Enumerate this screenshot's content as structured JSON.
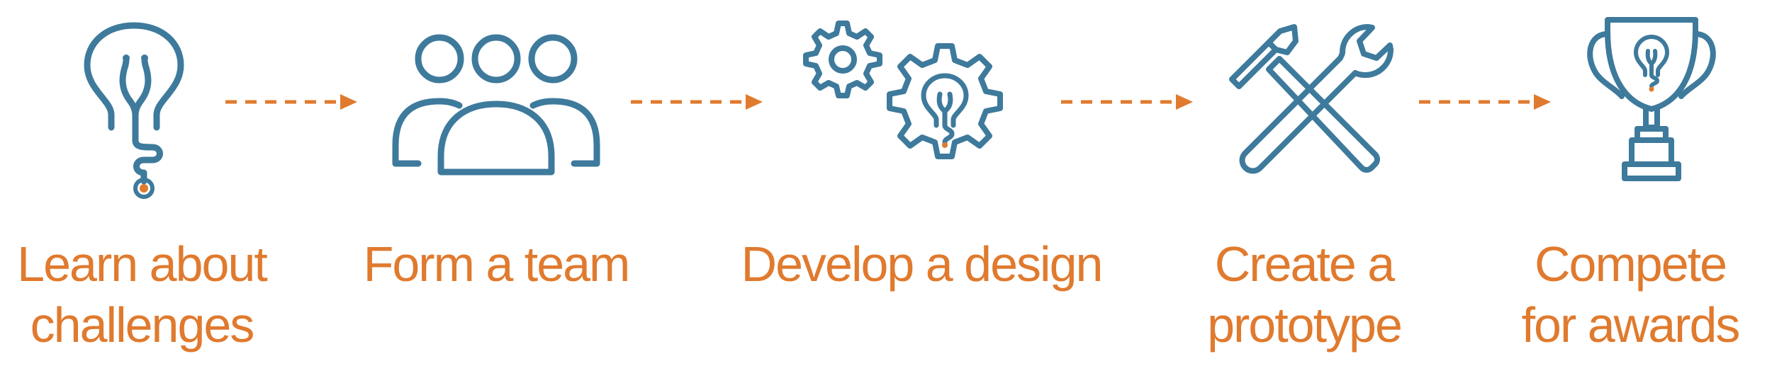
{
  "colors": {
    "icon_stroke": "#3E7A9C",
    "accent": "#E07A2E",
    "background": "#FFFFFF"
  },
  "steps": [
    {
      "icon": "lightbulb-stethoscope-icon",
      "line1": "Learn about",
      "line2": "challenges"
    },
    {
      "icon": "team-icon",
      "line1": "Form a team",
      "line2": ""
    },
    {
      "icon": "gears-lightbulb-icon",
      "line1": "Develop a design",
      "line2": ""
    },
    {
      "icon": "hammer-wrench-icon",
      "line1": "Create a",
      "line2": "prototype"
    },
    {
      "icon": "trophy-icon",
      "line1": "Compete",
      "line2": "for awards"
    }
  ]
}
